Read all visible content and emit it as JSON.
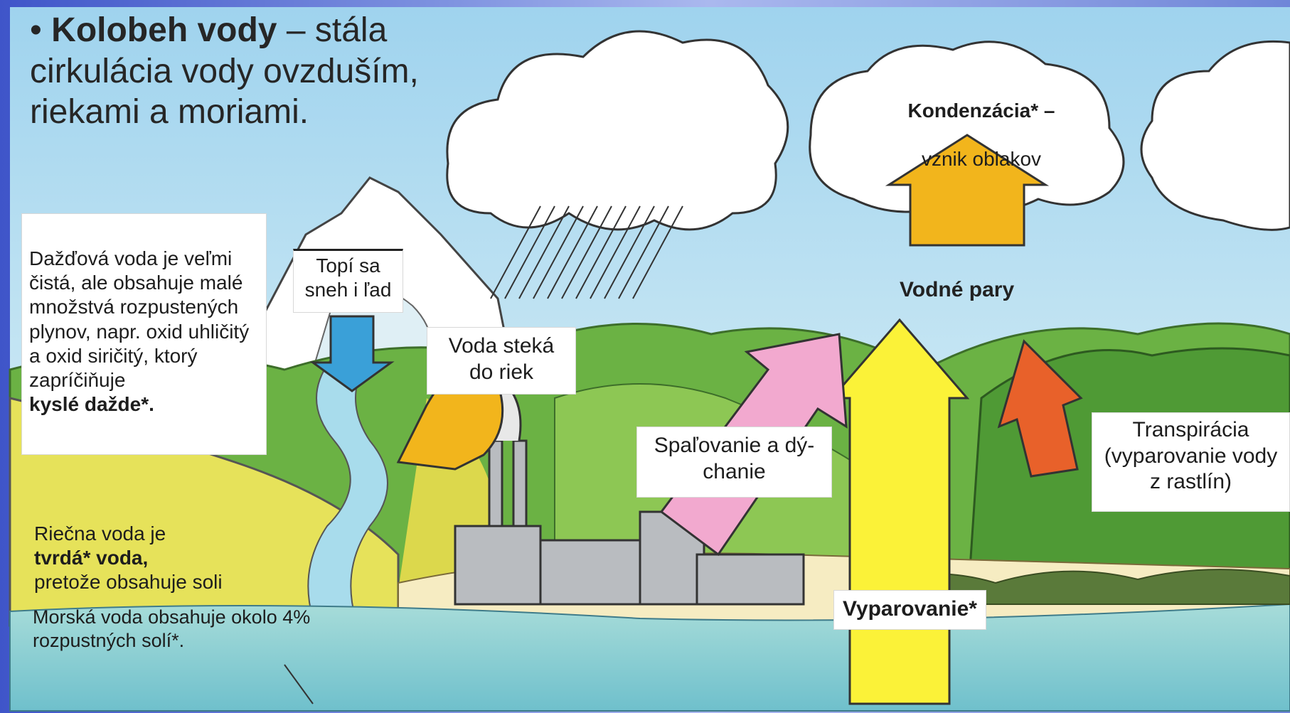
{
  "title": {
    "bullet": "•",
    "term": "Kolobeh vody",
    "definition": "– stála cirkulácia vody ovzduším, riekami a moriami."
  },
  "rain_box": {
    "text": "Dažďová voda je veľmi čistá, ale obsahuje malé množstvá rozpustených plynov, napr. oxid uhličitý a oxid siričitý, ktorý zapríčiňuje",
    "bold": "kyslé dažde*."
  },
  "river_note": {
    "prefix": "Riečna voda je",
    "bold": "tvrdá* voda,",
    "suffix": "pretože obsahuje soli"
  },
  "sea_note": "Morská voda obsahuje okolo 4% rozpustných solí*.",
  "labels": {
    "snow": "Topí sa\nsneh i ľad",
    "runoff": "Voda steká\ndo riek",
    "combustion": "Spaľovanie a dý-\nchanie",
    "vapor": "Vodné pary",
    "condensation_term": "Kondenzácia* –",
    "condensation_desc": "vznik oblakov",
    "transpiration": "Transpirácia\n(vyparovanie vody\nz rastlín)",
    "evaporation": "Vyparovanie*"
  },
  "colors": {
    "sky": "#c9e6f2",
    "sea": "#8fd0d6",
    "land_yellow": "#e6e25a",
    "hill_green": "#5fae3e",
    "arrow_orange_yellow": "#f2b51c",
    "arrow_yellow": "#fbf238",
    "arrow_pink": "#f2a9cf",
    "arrow_orange": "#e8612a",
    "arrow_blue": "#3aa0d8"
  },
  "icons": [
    "cloud-icon",
    "rain-icon",
    "factory-icon",
    "mountain-icon",
    "river-icon",
    "tree-icon"
  ]
}
